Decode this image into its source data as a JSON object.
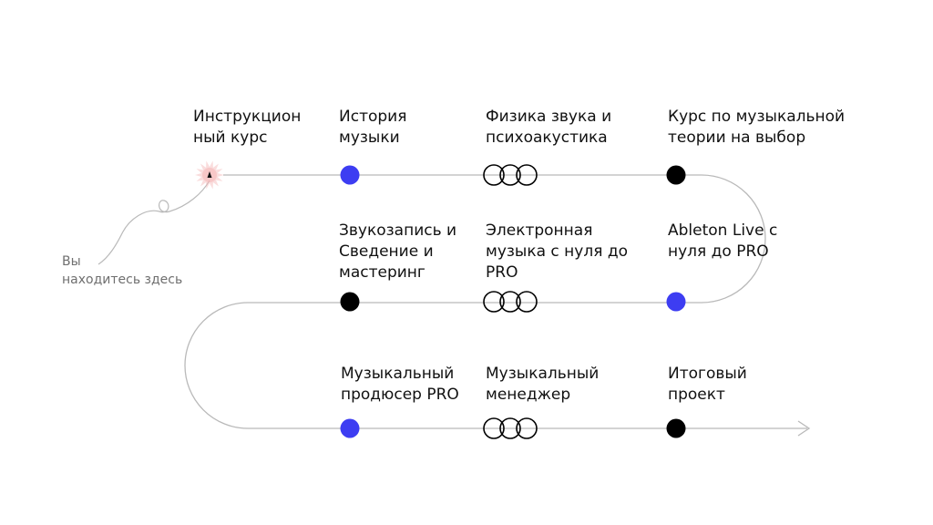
{
  "colors": {
    "path": "#b9b9b9",
    "dot_blue": "#3d3df2",
    "dot_black": "#000000",
    "start_burst": "#f4b4b4"
  },
  "you_are_here": [
    "Вы",
    "находитесь здесь"
  ],
  "stations": [
    {
      "lines": [
        "Инструкцион",
        "ный курс"
      ],
      "marker": "start"
    },
    {
      "lines": [
        "История",
        "музыки"
      ],
      "marker": "dot-blue"
    },
    {
      "lines": [
        "Физика звука и",
        "психоакустика"
      ],
      "marker": "rings"
    },
    {
      "lines": [
        "Курс по музыкальной",
        "теории на выбор"
      ],
      "marker": "dot-black"
    },
    {
      "lines": [
        "Звукозапись и",
        "Сведение и",
        "мастеринг"
      ],
      "marker": "dot-black"
    },
    {
      "lines": [
        "Электронная",
        "музыка с нуля до",
        "PRO"
      ],
      "marker": "rings"
    },
    {
      "lines": [
        "Ableton Live с",
        "нуля до PRO"
      ],
      "marker": "dot-blue"
    },
    {
      "lines": [
        "Музыкальный",
        "продюсер PRO"
      ],
      "marker": "dot-blue"
    },
    {
      "lines": [
        "Музыкальный",
        "менеджер"
      ],
      "marker": "rings"
    },
    {
      "lines": [
        "Итоговый",
        "проект"
      ],
      "marker": "dot-black"
    }
  ]
}
